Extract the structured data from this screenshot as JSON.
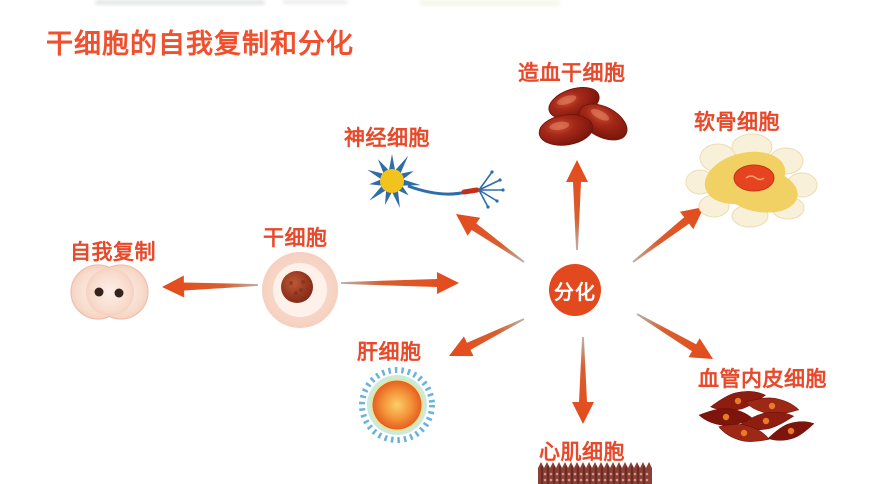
{
  "title": {
    "text": "干细胞的自我复制和分化"
  },
  "colors": {
    "title": "#f0502e",
    "label": "#e8492a",
    "arrow": "#e5491b",
    "arrow_tail": "#b9b2aa",
    "badge_bg": "#e2491f",
    "badge_text": "#ffffff"
  },
  "nodes": {
    "self_renewal": {
      "label": "自我复制"
    },
    "stem_cell": {
      "label": "干细胞"
    },
    "differentiation": {
      "label": "分化"
    },
    "nerve_cell": {
      "label": "神经细胞"
    },
    "hematopoietic_stem_cell": {
      "label": "造血干细胞"
    },
    "chondrocyte": {
      "label": "软骨细胞"
    },
    "liver_cell": {
      "label": "肝细胞"
    },
    "cardiac_muscle_cell": {
      "label": "心肌细胞"
    },
    "vascular_endothelial_cell": {
      "label": "血管内皮细胞"
    }
  }
}
